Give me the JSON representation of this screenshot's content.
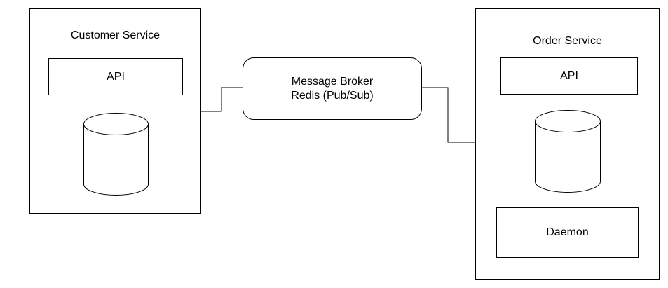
{
  "customer_service": {
    "title": "Customer Service",
    "api_label": "API"
  },
  "message_broker": {
    "line1": "Message Broker",
    "line2": "Redis (Pub/Sub)"
  },
  "order_service": {
    "title": "Order Service",
    "api_label": "API",
    "daemon_label": "Daemon"
  },
  "colors": {
    "stroke": "#000000",
    "background": "#ffffff"
  }
}
